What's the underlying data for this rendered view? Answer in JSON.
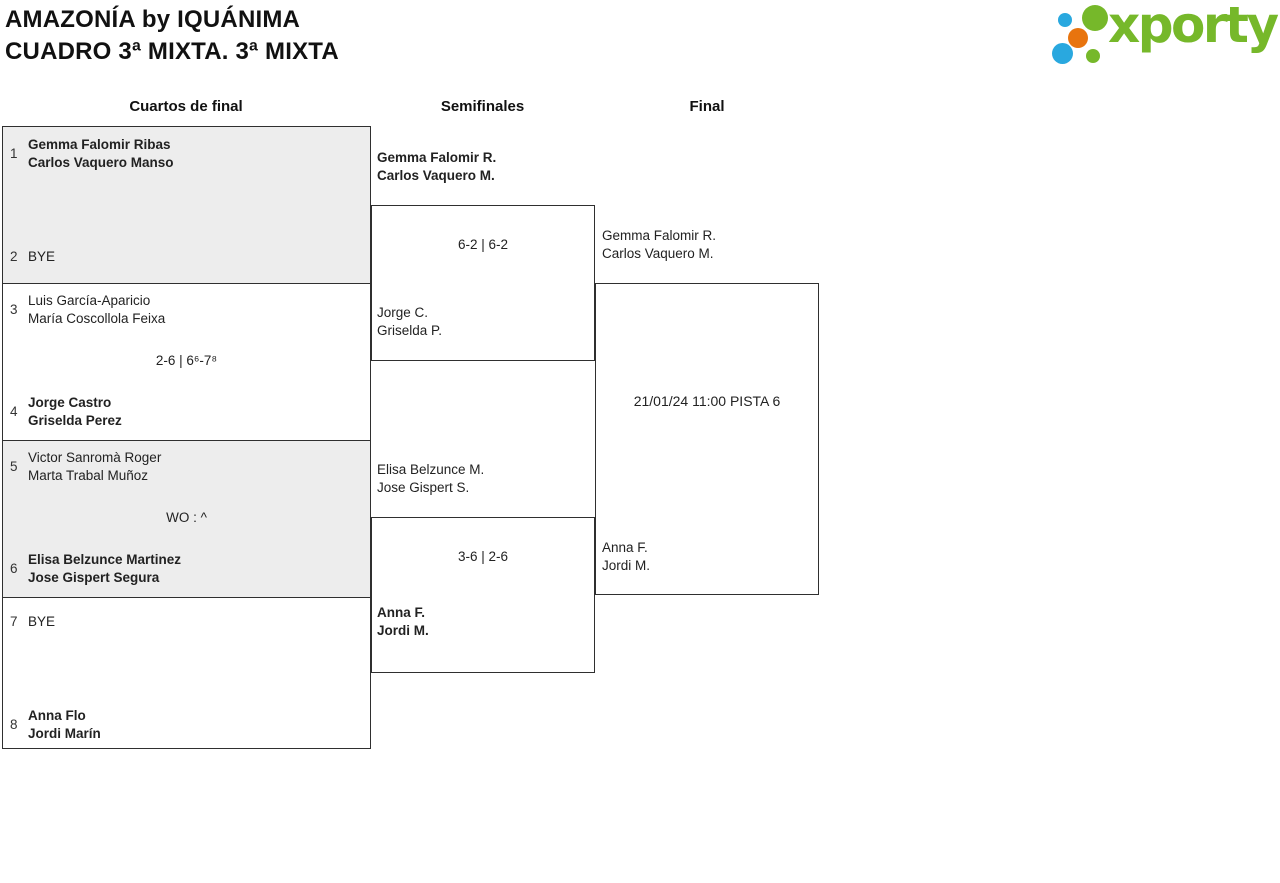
{
  "header": {
    "title_line1": "AMAZONÍA by IQUÁNIMA",
    "title_line2": "CUADRO 3ª MIXTA. 3ª MIXTA"
  },
  "logo": {
    "text": "xporty",
    "colors": {
      "green": "#76b82a",
      "blue": "#29a8df",
      "orange": "#e8740e"
    }
  },
  "columns": [
    "Cuartos de final",
    "Semifinales",
    "Final"
  ],
  "bracket": {
    "quarterfinals": {
      "matches": [
        {
          "team1": {
            "seed": "1",
            "players": [
              "Gemma Falomir Ribas",
              "Carlos Vaquero Manso"
            ],
            "winner": true
          },
          "team2": {
            "seed": "2",
            "players": [
              "BYE"
            ],
            "winner": false
          },
          "score": ""
        },
        {
          "team1": {
            "seed": "3",
            "players": [
              "Luis García-Aparicio",
              "María Coscollola Feixa"
            ],
            "winner": false
          },
          "team2": {
            "seed": "4",
            "players": [
              "Jorge Castro",
              "Griselda Perez"
            ],
            "winner": true
          },
          "score": "2-6 | 6⁶-7⁸"
        },
        {
          "team1": {
            "seed": "5",
            "players": [
              "Victor Sanromà Roger",
              "Marta Trabal Muñoz"
            ],
            "winner": false
          },
          "team2": {
            "seed": "6",
            "players": [
              "Elisa Belzunce Martinez",
              "Jose Gispert Segura"
            ],
            "winner": true
          },
          "score": "WO : ^"
        },
        {
          "team1": {
            "seed": "7",
            "players": [
              "BYE"
            ],
            "winner": false
          },
          "team2": {
            "seed": "8",
            "players": [
              "Anna Flo",
              "Jordi Marín"
            ],
            "winner": true
          },
          "score": ""
        }
      ]
    },
    "semifinals": {
      "matches": [
        {
          "team1": {
            "players": [
              "Gemma Falomir R.",
              "Carlos Vaquero M."
            ],
            "winner": true
          },
          "team2": {
            "players": [
              "Jorge C.",
              "Griselda P."
            ],
            "winner": false
          },
          "score": "6-2 | 6-2"
        },
        {
          "team1": {
            "players": [
              "Elisa Belzunce M.",
              "Jose Gispert S."
            ],
            "winner": false
          },
          "team2": {
            "players": [
              "Anna F.",
              "Jordi M."
            ],
            "winner": true
          },
          "score": "3-6 | 2-6"
        }
      ]
    },
    "final": {
      "matches": [
        {
          "team1": {
            "players": [
              "Gemma Falomir R.",
              "Carlos Vaquero M."
            ],
            "winner": false
          },
          "team2": {
            "players": [
              "Anna F.",
              "Jordi M."
            ],
            "winner": false
          },
          "schedule": "21/01/24 11:00 PISTA 6"
        }
      ]
    }
  },
  "colors": {
    "border": "#2f2f2f",
    "shaded_box": "#ededed",
    "text": "#1e1e1e"
  }
}
